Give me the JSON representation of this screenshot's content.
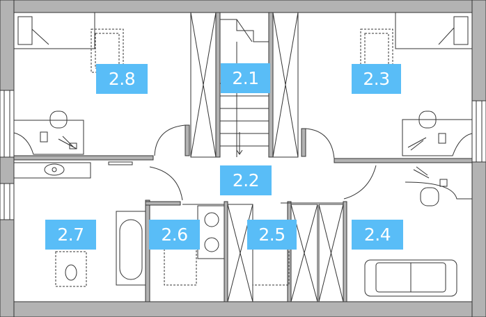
{
  "rooms": [
    {
      "id": "r28",
      "label": "2.8"
    },
    {
      "id": "r21",
      "label": "2.1"
    },
    {
      "id": "r23",
      "label": "2.3"
    },
    {
      "id": "r22",
      "label": "2.2"
    },
    {
      "id": "r27",
      "label": "2.7"
    },
    {
      "id": "r26",
      "label": "2.6"
    },
    {
      "id": "r25",
      "label": "2.5"
    },
    {
      "id": "r24",
      "label": "2.4"
    }
  ],
  "colors": {
    "wall": "#b3b3b3",
    "line": "#333333",
    "label_bg": "#59bdf7",
    "label_text": "#ffffff"
  }
}
